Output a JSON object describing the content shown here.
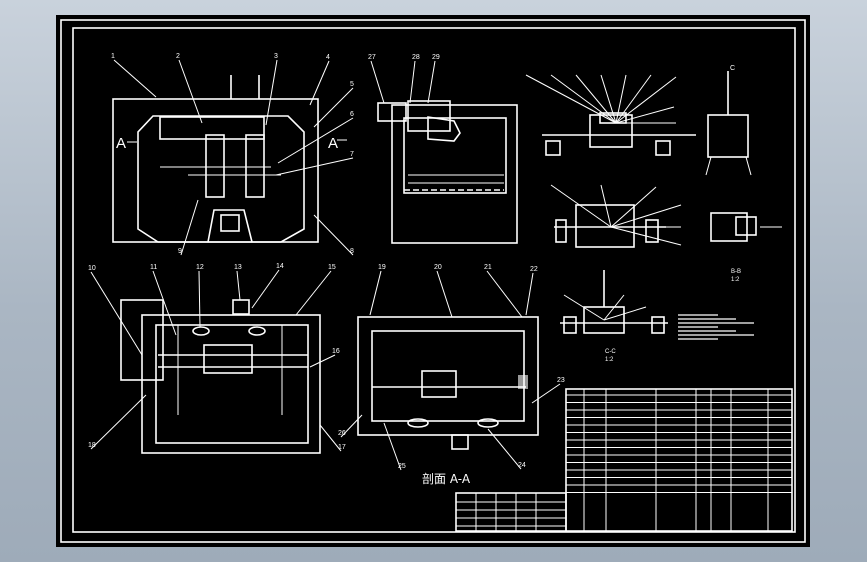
{
  "balloons": [
    "1",
    "2",
    "3",
    "4",
    "5",
    "6",
    "7",
    "8",
    "9",
    "10",
    "11",
    "12",
    "13",
    "14",
    "15",
    "16",
    "17",
    "18",
    "19",
    "20",
    "21",
    "22",
    "23",
    "24",
    "25",
    "26",
    "27",
    "28",
    "29"
  ],
  "section_marks": {
    "left": "A",
    "right": "A"
  },
  "section_title": "剖面 A-A",
  "detail_labels": {
    "b_b": "B-B",
    "b_scale": "1:2",
    "c_c": "C-C",
    "c_scale": "1:2",
    "c_flag": "C"
  }
}
